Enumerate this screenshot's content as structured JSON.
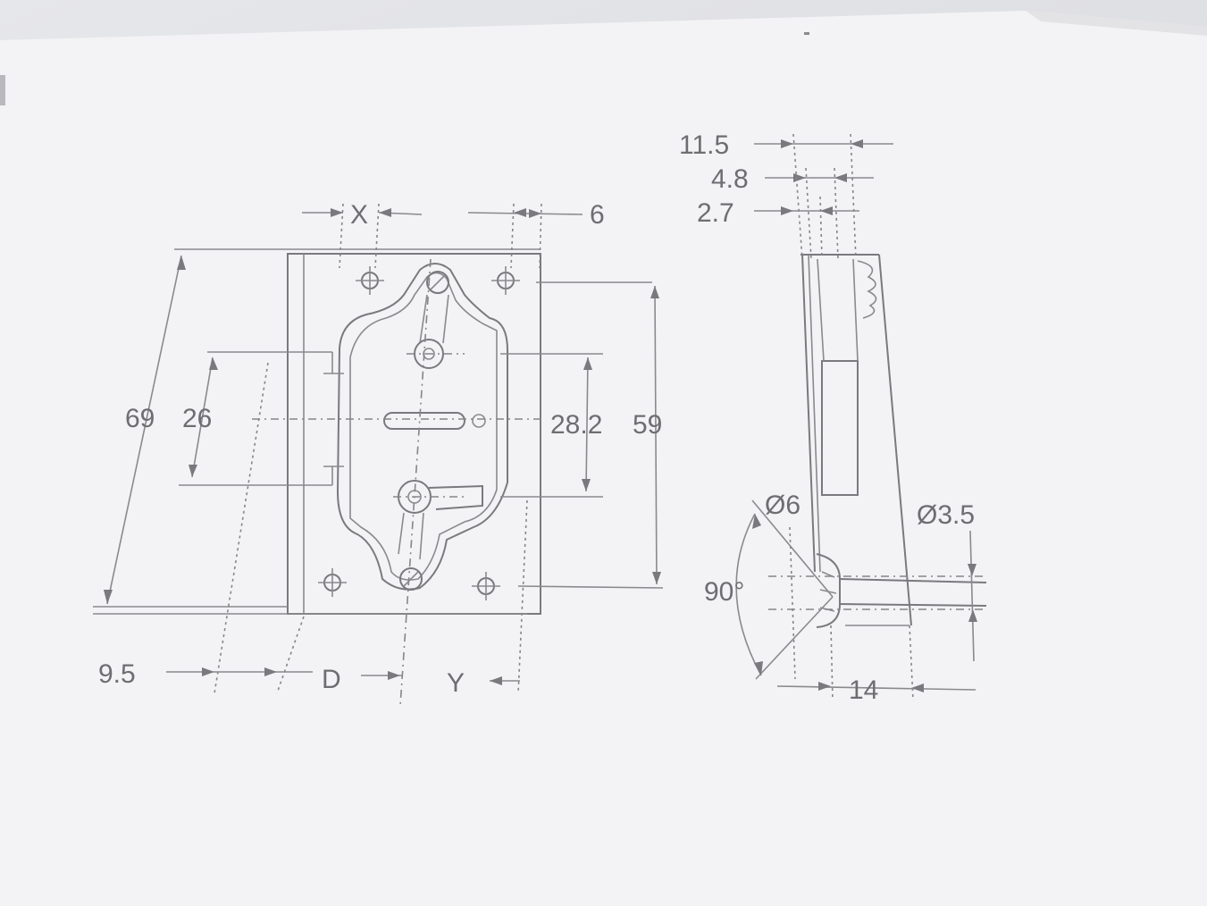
{
  "colors": {
    "paper": "#f4f4f6",
    "ink": "#6e6e72"
  },
  "front_view": {
    "labels": {
      "x": "X",
      "six": "6",
      "sixty_nine": "69",
      "twenty_six": "26",
      "twenty_eight_two": "28.2",
      "fifty_nine": "59",
      "nine_five": "9.5",
      "d": "D",
      "y": "Y"
    }
  },
  "side_view": {
    "labels": {
      "eleven_five": "11.5",
      "four_eight": "4.8",
      "two_seven": "2.7",
      "dia_six": "Ø6",
      "dia_three_five": "Ø3.5",
      "ninety_deg": "90°",
      "fourteen": "14"
    }
  }
}
